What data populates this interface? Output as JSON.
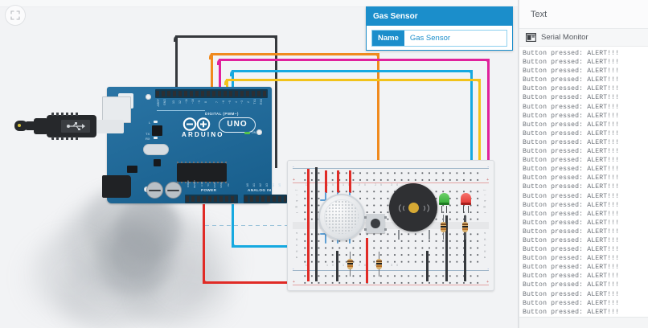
{
  "canvas": {
    "fit_icon": "fit-to-screen-icon",
    "background": "#f2f3f5"
  },
  "board": {
    "name": "Arduino Uno",
    "brand": "ARDUINO",
    "model": "UNO",
    "on_label": "ON",
    "tx_label": "TX",
    "rx_label": "RX",
    "l_label": "L",
    "digital_section": "DIGITAL (PWM~)",
    "power_section": "POWER",
    "analog_section": "ANALOG IN",
    "digital_pins": [
      "AREF",
      "GND",
      "13",
      "12",
      "~11",
      "~10",
      "~9",
      "8",
      "7",
      "~6",
      "~5",
      "4",
      "~3",
      "2",
      "TX→1",
      "RX←0"
    ],
    "power_pins": [
      "IOREF",
      "RESET",
      "3.3V",
      "5V",
      "GND",
      "GND",
      "Vin"
    ],
    "analog_pins": [
      "A0",
      "A1",
      "A2",
      "A3",
      "A4",
      "A5"
    ],
    "board_color": "#1a6a9e"
  },
  "gas_sensor_panel": {
    "title": "Gas Sensor",
    "name_label": "Name",
    "name_value": "Gas Sensor",
    "accent": "#1b8ecb"
  },
  "right_panel": {
    "header": "Text",
    "serial_monitor_label": "Serial Monitor",
    "serial_monitor_icon": "serial-monitor-icon",
    "log_line": "Button pressed: ALERT!!!",
    "log_line_count": 31
  },
  "components": [
    {
      "name": "gas-sensor",
      "label": "Gas Sensor"
    },
    {
      "name": "pushbutton",
      "label": "Pushbutton"
    },
    {
      "name": "piezo-buzzer",
      "label": "Piezo Buzzer"
    },
    {
      "name": "green-led",
      "label": "Green LED",
      "color": "#2fa832"
    },
    {
      "name": "red-led",
      "label": "Red LED",
      "color": "#e2302c"
    },
    {
      "name": "resistor-1",
      "label": "Resistor"
    },
    {
      "name": "resistor-2",
      "label": "Resistor"
    },
    {
      "name": "resistor-3",
      "label": "Resistor"
    },
    {
      "name": "resistor-4",
      "label": "Resistor"
    }
  ],
  "wire_colors": {
    "black": "#35383c",
    "orange": "#f08a1e",
    "magenta": "#e0219c",
    "cyan": "#16a9e0",
    "yellow": "#f2c21a",
    "red": "#e02b26",
    "green": "#2fa832"
  },
  "breadboard": {
    "row_labels_top": "j i h g f",
    "row_labels_bottom": "e d c b a",
    "plus": "+",
    "minus": "-"
  },
  "smoke": {
    "name": "smoke-cloud",
    "color": "#9aa0a6"
  }
}
